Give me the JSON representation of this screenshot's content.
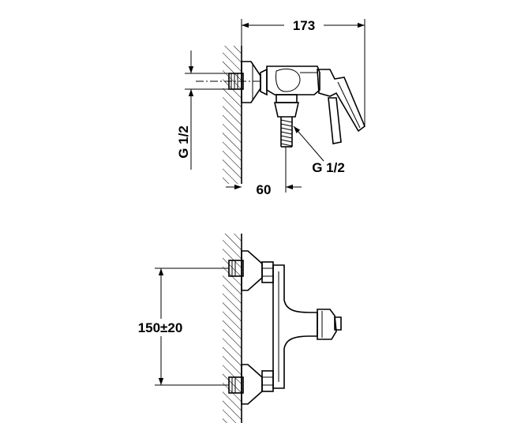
{
  "dimensions": {
    "top_width": "173",
    "wall_offset": "60",
    "inlet_thread": "G 1/2",
    "outlet_thread": "G 1/2",
    "inlet_spacing": "150±20"
  }
}
